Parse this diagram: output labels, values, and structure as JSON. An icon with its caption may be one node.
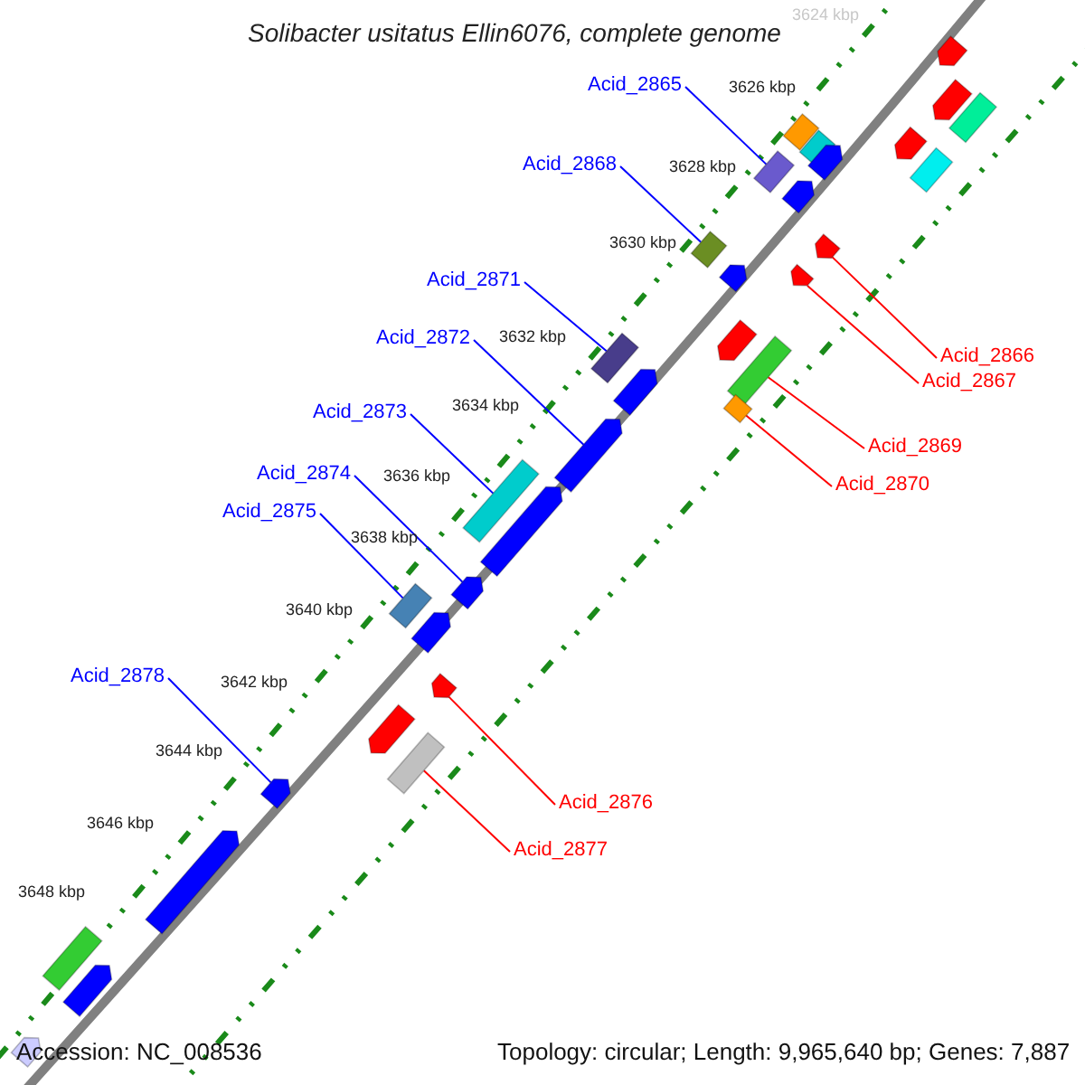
{
  "diagram": {
    "title": "Solibacter usitatus Ellin6076, complete genome",
    "nodes": [
      {
        "text": [
          "Acid_2865"
        ]
      },
      {
        "text": [],
        "shape": "bar"
      },
      {
        "text": [
          "Acid_2868"
        ]
      },
      {
        "text": [],
        "shape": "bar"
      },
      {
        "text": [
          "Acid_2871"
        ]
      },
      {
        "text": [],
        "shape": "bar"
      },
      {
        "text": [
          "Acid_2866"
        ]
      },
      {
        "text": [],
        "shape": "arrow"
      },
      {
        "text": [
          "Acid_2867"
        ]
      },
      {
        "text": [],
        "shape": "arrow"
      },
      {
        "text": [
          "Acid_2872"
        ]
      },
      {
        "text": [],
        "shape": "arrow"
      },
      {
        "text": [
          "Acid_2869"
        ]
      },
      {
        "text": [],
        "shape": "bar"
      },
      {
        "text": [
          "Acid_2873"
        ]
      },
      {
        "text": [],
        "shape": "bar"
      },
      {
        "text": [
          "Acid_2870"
        ]
      },
      {
        "text": [],
        "shape": "bar"
      },
      {
        "text": [
          "Acid_2874"
        ]
      },
      {
        "text": [],
        "shape": "arrow"
      },
      {
        "text": [
          "Acid_2875"
        ]
      },
      {
        "text": [],
        "shape": "bar"
      },
      {
        "text": [
          "Acid_2878"
        ]
      },
      {
        "text": [],
        "shape": "arrow"
      },
      {
        "text": [
          "Acid_2876"
        ]
      },
      {
        "text": [],
        "shape": "arrow"
      },
      {
        "text": [
          "Acid_2877"
        ]
      },
      {
        "text": [],
        "shape": "bar"
      },
      {
        "text": [],
        "shape": "bar"
      },
      {
        "text": [],
        "shape": "bar"
      },
      {
        "text": [],
        "shape": "arrow"
      },
      {
        "text": [],
        "shape": "arrow"
      },
      {
        "text": [],
        "shape": "arrow"
      },
      {
        "text": [],
        "shape": "arrow"
      },
      {
        "text": [],
        "shape": "arrow"
      },
      {
        "text": [],
        "shape": "arrow"
      },
      {
        "text": [],
        "shape": "arrow"
      },
      {
        "text": [],
        "shape": "bar"
      },
      {
        "text": [],
        "shape": "arrow"
      },
      {
        "text": [],
        "shape": "arrow"
      },
      {
        "text": [],
        "shape": "arrow"
      },
      {
        "text": [],
        "shape": "arrow"
      },
      {
        "text": [],
        "shape": "bar"
      },
      {
        "text": [],
        "shape": "arrow"
      },
      {
        "text": [],
        "shape": "bar"
      },
      {
        "text": [],
        "shape": "arrow"
      },
      {
        "text": [],
        "shape": "arrow"
      }
    ],
    "edges": [
      {
        "from": 0,
        "to": 1,
        "arrow": "none"
      },
      {
        "from": 2,
        "to": 3,
        "arrow": "none"
      },
      {
        "from": 4,
        "to": 5,
        "arrow": "none"
      },
      {
        "from": 6,
        "to": 7,
        "arrow": "none",
        "color": "#ff0000"
      },
      {
        "from": 8,
        "to": 9,
        "arrow": "none",
        "color": "#ff0000"
      },
      {
        "from": 10,
        "to": 11,
        "arrow": "none"
      },
      {
        "from": 12,
        "to": 13,
        "arrow": "none",
        "color": "#ff0000"
      },
      {
        "from": 14,
        "to": 15,
        "arrow": "none"
      },
      {
        "from": 16,
        "to": 17,
        "arrow": "none",
        "color": "#ff0000"
      },
      {
        "from": 18,
        "to": 19,
        "arrow": "none"
      },
      {
        "from": 20,
        "to": 21,
        "arrow": "none"
      },
      {
        "from": 22,
        "to": 23,
        "arrow": "none"
      },
      {
        "from": 24,
        "to": 25,
        "arrow": "none",
        "color": "#ff0000"
      },
      {
        "from": 26,
        "to": 27,
        "arrow": "none",
        "color": "#ff0000"
      }
    ],
    "labels": [
      "3624 kbp",
      "3626 kbp",
      "3628 kbp",
      "3630 kbp",
      "3632 kbp",
      "3634 kbp",
      "3636 kbp",
      "3638 kbp",
      "3640 kbp",
      "3642 kbp",
      "3644 kbp",
      "3646 kbp",
      "3648 kbp",
      "Accession: NC_008536",
      "Topology: circular; Length: 9,965,640 bp; Genes: 7,887"
    ]
  }
}
